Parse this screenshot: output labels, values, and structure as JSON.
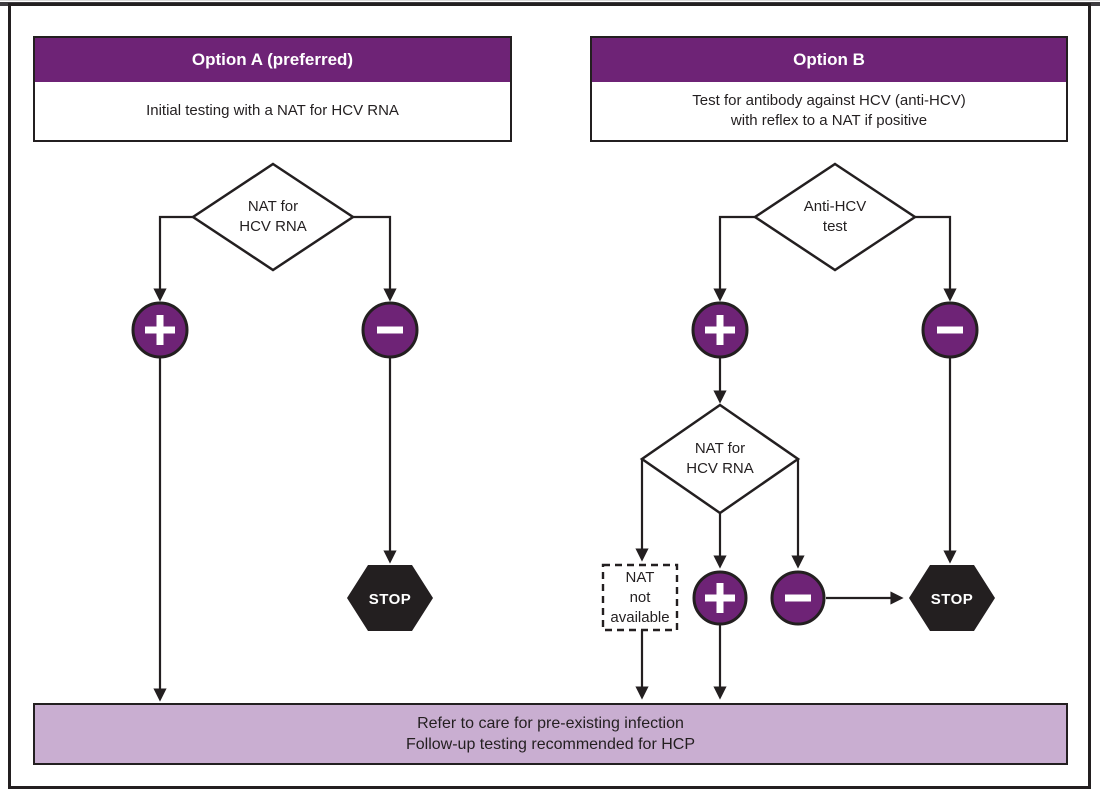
{
  "palette": {
    "purple": "#6e2376",
    "lavender": "#c9aed1",
    "ink": "#231f20"
  },
  "option_a": {
    "title": "Option A (preferred)",
    "subtitle": "Initial testing with a NAT for HCV RNA",
    "diamond": {
      "line1": "NAT for",
      "line2": "HCV RNA"
    },
    "stop_label": "STOP"
  },
  "option_b": {
    "title": "Option B",
    "subtitle_line1": "Test for antibody against HCV (anti-HCV)",
    "subtitle_line2": "with reflex to a NAT if positive",
    "diamond1": {
      "line1": "Anti-HCV",
      "line2": "test"
    },
    "diamond2": {
      "line1": "NAT for",
      "line2": "HCV RNA"
    },
    "nat_unavailable": {
      "line1": "NAT",
      "line2": "not",
      "line3": "available"
    },
    "stop_label": "STOP"
  },
  "outcome_bar": {
    "line1": "Refer to care for pre-existing infection",
    "line2": "Follow-up testing recommended for HCP"
  },
  "icons": {
    "positive": "plus",
    "negative": "minus"
  }
}
